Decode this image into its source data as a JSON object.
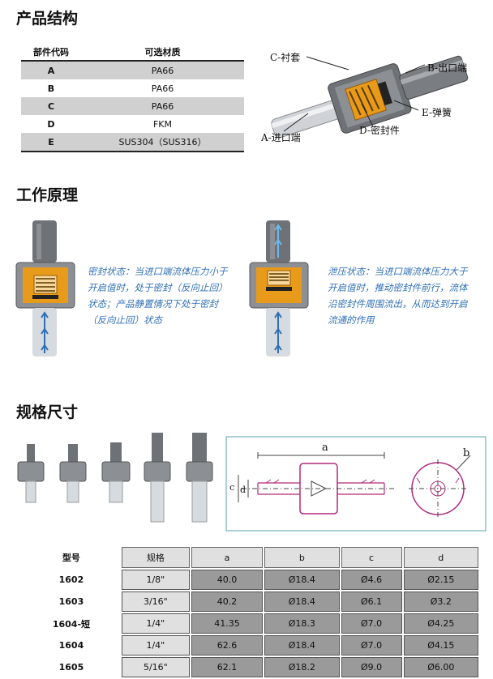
{
  "sections": {
    "structure": "产品结构",
    "principle": "工作原理",
    "dimensions": "规格尺寸"
  },
  "materials": {
    "headers": [
      "部件代码",
      "可选材质"
    ],
    "rows": [
      {
        "code": "A",
        "material": "PA66"
      },
      {
        "code": "B",
        "material": "PA66"
      },
      {
        "code": "C",
        "material": "PA66"
      },
      {
        "code": "D",
        "material": "FKM"
      },
      {
        "code": "E",
        "material": "SUS304（SUS316）"
      }
    ]
  },
  "callouts": {
    "c": "C-衬套",
    "b": "B-出口端",
    "e": "E-弹簧",
    "d": "D-密封件",
    "a": "A-进口端"
  },
  "principle": {
    "sealed": "密封状态：当进口端流体压力小于开启值时，处于密封（反向止回）状态；产品静置情况下处于密封（反向止回）状态",
    "open": "泄压状态：当进口端流体压力大于开启值时，推动密封件前行，流体沿密封件周围流出，从而达到开启流通的作用"
  },
  "drawing_labels": {
    "a": "a",
    "b": "b",
    "c": "c",
    "d": "d"
  },
  "spec_table": {
    "headers": [
      "型号",
      "规格",
      "a",
      "b",
      "c",
      "d"
    ],
    "rows": [
      [
        "1602",
        "1/8\"",
        "40.0",
        "Ø18.4",
        "Ø4.6",
        "Ø2.15"
      ],
      [
        "1603",
        "3/16\"",
        "40.2",
        "Ø18.4",
        "Ø6.1",
        "Ø3.2"
      ],
      [
        "1604-短",
        "1/4\"",
        "41.35",
        "Ø18.3",
        "Ø7.0",
        "Ø4.25"
      ],
      [
        "1604",
        "1/4\"",
        "62.6",
        "Ø18.4",
        "Ø7.0",
        "Ø4.15"
      ],
      [
        "1605",
        "5/16\"",
        "62.1",
        "Ø18.2",
        "Ø9.0",
        "Ø6.00"
      ]
    ]
  },
  "colors": {
    "accent_blue": "#2f6fb5",
    "spring_orange": "#e89a1a",
    "drawing_magenta": "#b0287a",
    "cell_gray": "#9a9a9a"
  }
}
